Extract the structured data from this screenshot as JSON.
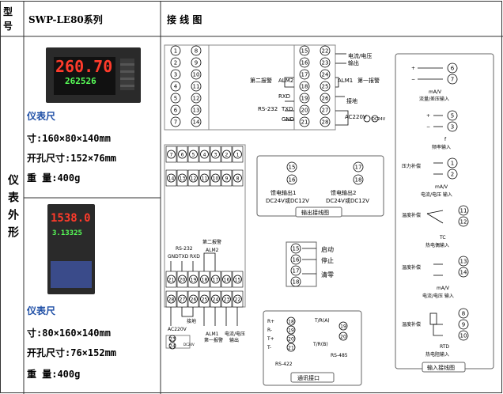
{
  "header": {
    "type_label": "型号",
    "model": "SWP-LE80系列",
    "wiring_title": "接 线 图"
  },
  "side": {
    "label": "仪表外形"
  },
  "panel1": {
    "title": "仪表尺",
    "size": "寸:160×80×140mm",
    "cut": "开孔尺寸:152×76mm",
    "weight": "重 量:400g",
    "display_top": "260.70",
    "display_bottom": "262526"
  },
  "panel2": {
    "title": "仪表尺",
    "size": "寸:80×160×140mm",
    "cut": "开孔尺寸:76×152mm",
    "weight": "重 量:400g",
    "display_top": "1538.0",
    "display_bottom": "3.13325"
  },
  "top_diagram": {
    "left_terminals": [
      "1",
      "8",
      "2",
      "9",
      "3",
      "10",
      "4",
      "11",
      "5",
      "12",
      "6",
      "13",
      "7",
      "14"
    ],
    "mid_terminals": [
      "15",
      "22",
      "16",
      "23",
      "17",
      "24",
      "18",
      "25",
      "19",
      "26",
      "20",
      "27",
      "21",
      "28"
    ],
    "labels": {
      "current_voltage": "电流/电压",
      "output": "输出",
      "alarm2": "第二报警",
      "alm2": "ALM2",
      "alm1": "ALM1",
      "alarm1": "第一报警",
      "rxd": "RXD",
      "txd": "TXD",
      "rs232": "RS-232",
      "gnd": "GND",
      "ground": "接地",
      "ac220": "AC220V",
      "dc": "DC24V"
    }
  },
  "bottom_diagram": {
    "top_row": [
      "7",
      "6",
      "5",
      "4",
      "3",
      "2",
      "1"
    ],
    "row2": [
      "14",
      "13",
      "12",
      "11",
      "10",
      "9",
      "8"
    ],
    "row3": [
      "21",
      "20",
      "19",
      "18",
      "17",
      "16",
      "15"
    ],
    "row4": [
      "28",
      "27",
      "26",
      "25",
      "24",
      "23",
      "22"
    ],
    "labels": {
      "rs232": "RS-232",
      "gnd": "GND",
      "txd": "TXD",
      "rxd": "RXD",
      "alarm2": "第二报警",
      "alm2": "ALM2",
      "ac220": "AC220V",
      "ground": "接地",
      "alm1": "ALM1",
      "alarm1": "第一报警",
      "current_voltage": "电流/电压",
      "output": "输出"
    }
  },
  "feed_out": {
    "box_label": "输出接线图",
    "out1": {
      "a": "15",
      "b": "16",
      "text1": "馈电输出1",
      "text2": "DC24V或DC12V"
    },
    "out2": {
      "a": "17",
      "b": "18",
      "text1": "馈电输出2",
      "text2": "DC24V或DC12V"
    }
  },
  "control": {
    "terms": [
      "15",
      "16",
      "17",
      "18"
    ],
    "start": "启动",
    "stop": "停止",
    "clear": "清零"
  },
  "comm": {
    "box_label": "通讯接口",
    "rs422_terms": [
      "18",
      "19",
      "20",
      "21"
    ],
    "rs485_terms": [
      "19",
      "20"
    ],
    "rs422": "RS-422",
    "rs485": "RS-485",
    "tra": "T/R(A)",
    "trb": "T/R(B)",
    "r_plus": "R+",
    "r_minus": "R-",
    "t_plus": "T+",
    "t_minus": "T-"
  },
  "inputs": {
    "box_label": "输入接线图",
    "ma_flow": {
      "terms": [
        "6",
        "7"
      ],
      "line1": "mA/V",
      "line2": "流量/差压输入"
    },
    "freq": {
      "terms": [
        "5",
        "3"
      ],
      "line1": "f",
      "line2": "频率输入"
    },
    "press": {
      "terms": [
        "1",
        "2"
      ],
      "label": "压力补偿",
      "line1": "mA/V",
      "line2": "电流/电压 输入"
    },
    "tc": {
      "terms": [
        "11",
        "12"
      ],
      "label": "温度补偿",
      "line1": "TC",
      "line2": "热电偶输入"
    },
    "ma_temp": {
      "terms": [
        "13",
        "14"
      ],
      "label": "温度补偿",
      "line1": "mA/V",
      "line2": "电流/电压 输入"
    },
    "rtd": {
      "terms": [
        "8",
        "9",
        "10"
      ],
      "label": "温度补偿",
      "line1": "RTD",
      "line2": "热电阻输入"
    }
  }
}
